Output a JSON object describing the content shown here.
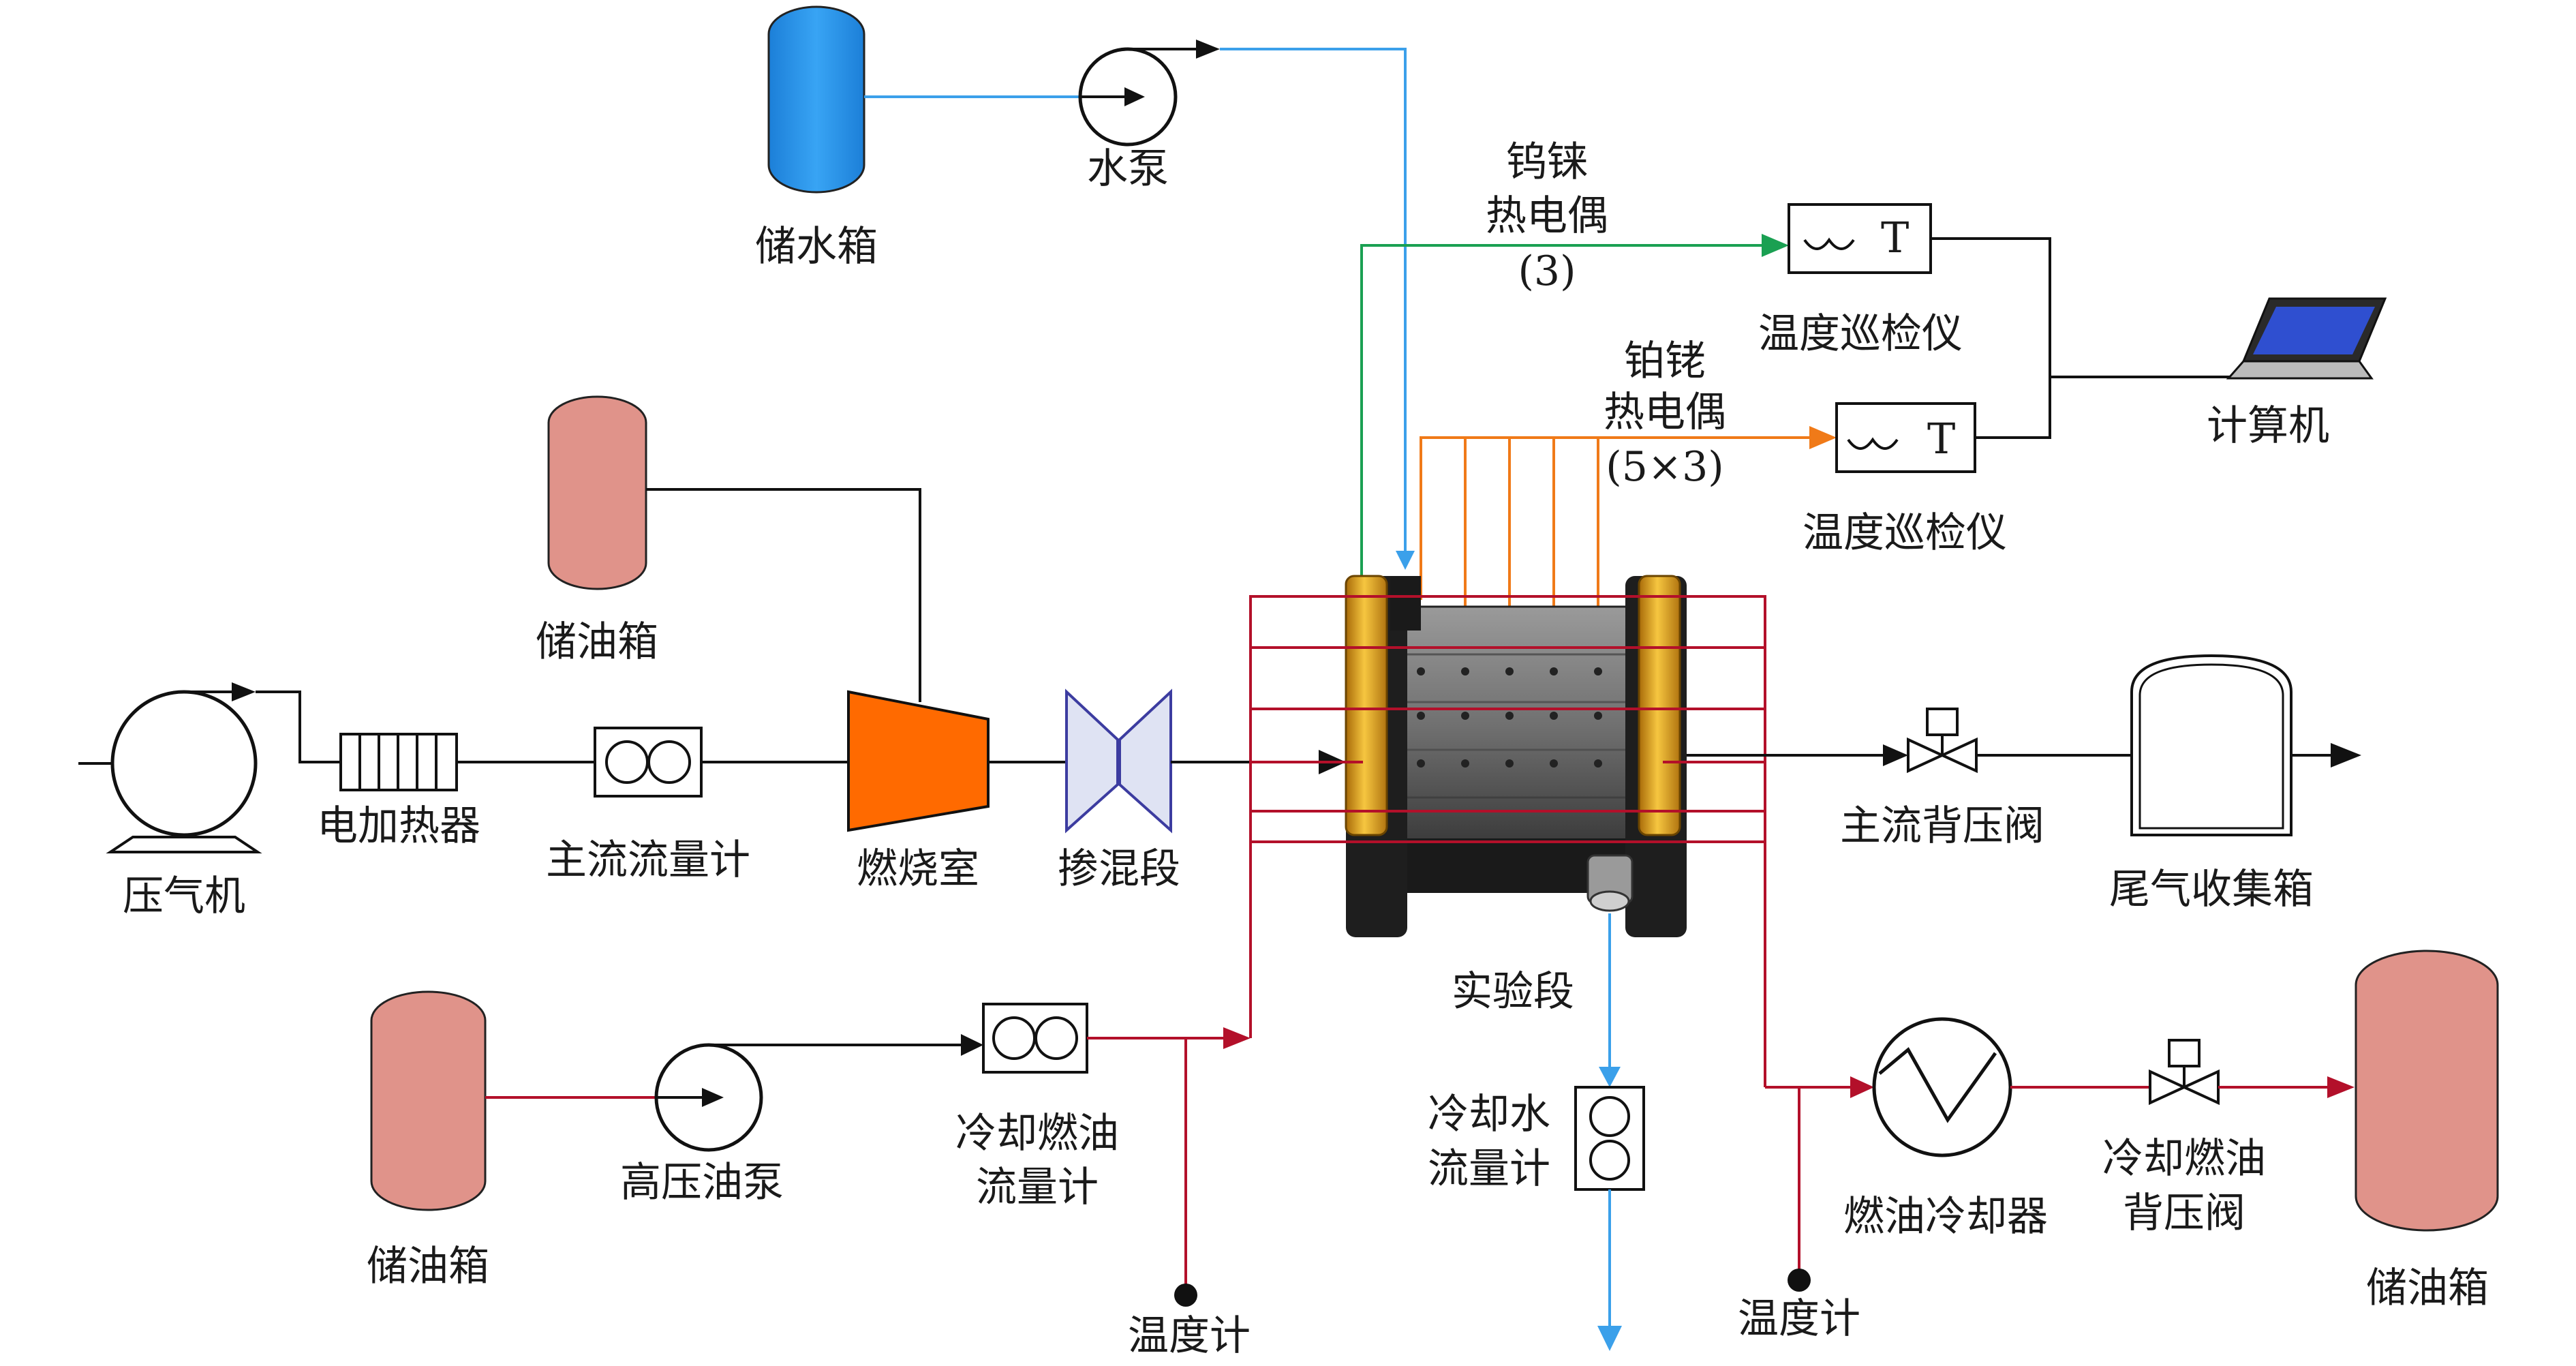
{
  "labels": {
    "water_tank": "储水箱",
    "water_pump": "水泵",
    "w_re_thermocouple_line1": "钨铼",
    "w_re_thermocouple_line2": "热电偶",
    "w_re_thermocouple_count": "(3)",
    "pt_rh_thermocouple_line1": "铂铑",
    "pt_rh_thermocouple_line2": "热电偶",
    "pt_rh_thermocouple_count": "(5×3)",
    "temp_scanner_1": "温度巡检仪",
    "temp_scanner_2": "温度巡检仪",
    "computer": "计算机",
    "oil_tank_top": "储油箱",
    "compressor": "压气机",
    "electric_heater": "电加热器",
    "main_flowmeter": "主流流量计",
    "combustor": "燃烧室",
    "mixing_section": "掺混段",
    "test_section": "实验段",
    "main_back_pressure_valve": "主流背压阀",
    "exhaust_tank": "尾气收集箱",
    "oil_tank_left": "储油箱",
    "hp_oil_pump": "高压油泵",
    "cooling_fuel_flowmeter_line1": "冷却燃油",
    "cooling_fuel_flowmeter_line2": "流量计",
    "thermometer_left": "温度计",
    "cooling_water_flowmeter_line1": "冷却水",
    "cooling_water_flowmeter_line2": "流量计",
    "fuel_cooler": "燃油冷却器",
    "thermometer_right": "温度计",
    "cooling_fuel_bp_valve_line1": "冷却燃油",
    "cooling_fuel_bp_valve_line2": "背压阀",
    "oil_tank_right": "储油箱",
    "thermo_symbol_1": "T",
    "thermo_symbol_2": "T"
  },
  "colors": {
    "water_tank": "#1e90f0",
    "oil_tank": "#e0938a",
    "combustor": "#ff6a00",
    "water_line": "#3ba0ea",
    "w_re_line": "#1aa052",
    "pt_rh_line": "#f07a18",
    "fuel_line": "#b3102a",
    "black_line": "#111111",
    "flange": "#e8a81c",
    "test_body": "#7c7c7c",
    "mixer": "#dfe3f3"
  }
}
